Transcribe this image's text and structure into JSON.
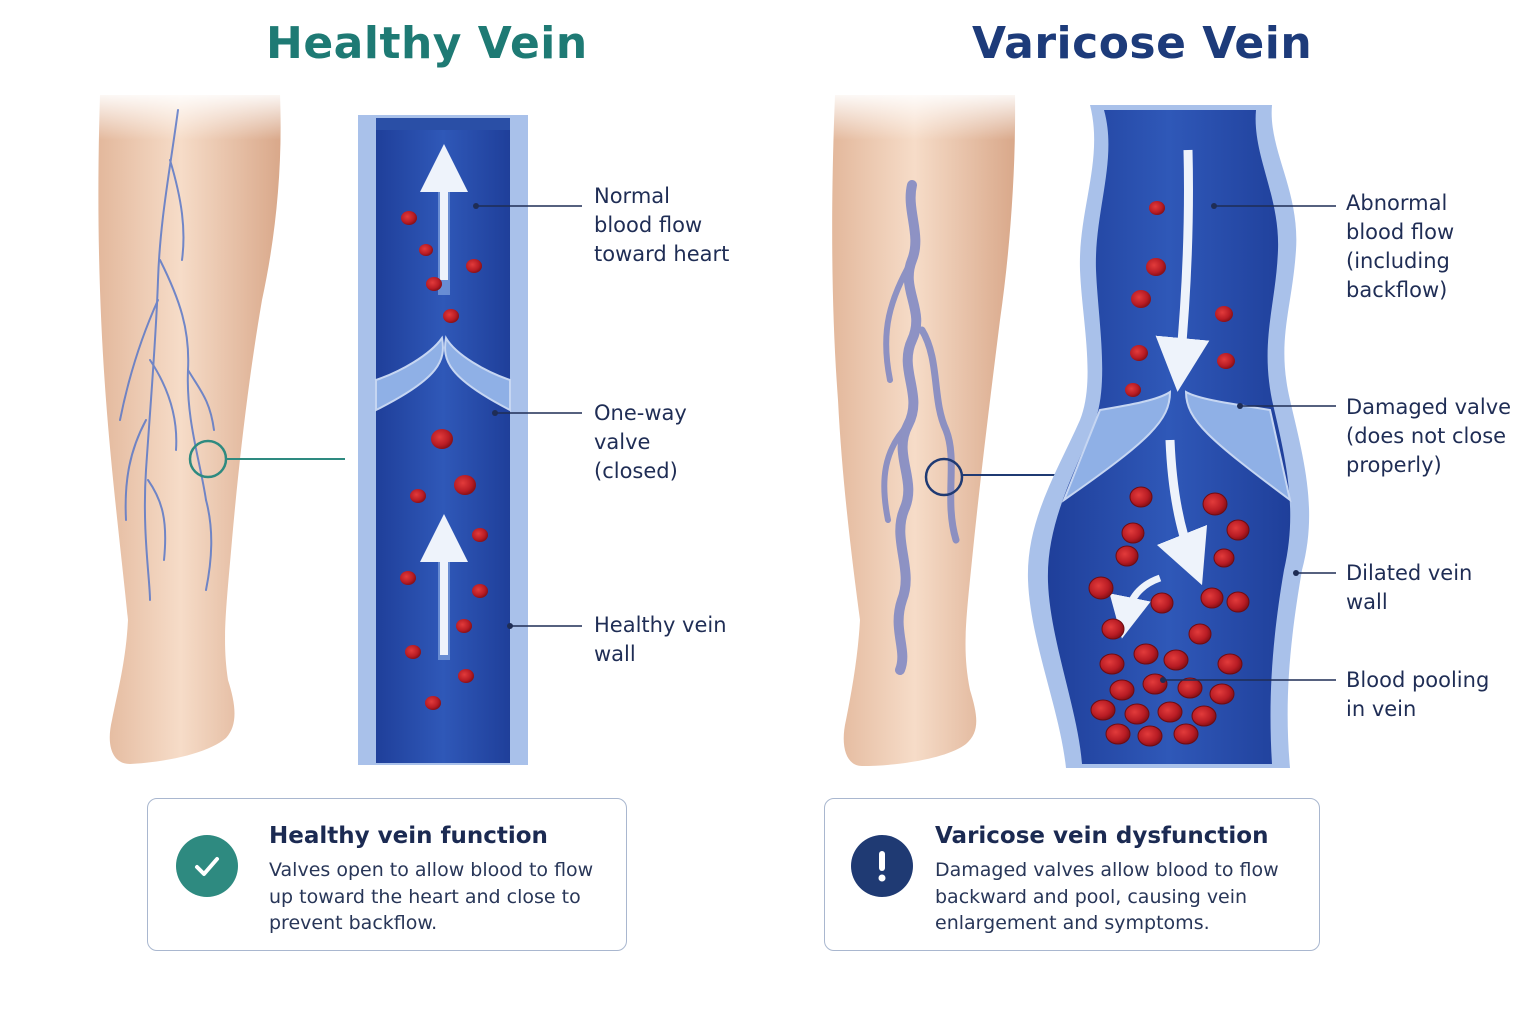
{
  "healthy": {
    "title": "Healthy Vein",
    "labels": {
      "flow": "Normal\nblood flow\ntoward heart",
      "valve": "One-way\nvalve\n(closed)",
      "wall": "Healthy vein\nwall"
    },
    "card": {
      "icon": "check-icon",
      "title": "Healthy vein function",
      "text": "Valves open to allow blood to flow up toward the heart and close to prevent backflow."
    },
    "accent": "#1e7a74"
  },
  "varicose": {
    "title": "Varicose Vein",
    "labels": {
      "flow": "Abnormal\nblood flow\n(including\nbackflow)",
      "valve": "Damaged valve\n(does not close\nproperly)",
      "wall": "Dilated vein\nwall",
      "pooling": "Blood pooling\nin vein"
    },
    "card": {
      "icon": "exclamation-icon",
      "title": "Varicose vein dysfunction",
      "text": "Damaged valves allow blood to flow backward and pool, causing vein enlargement and symptoms."
    },
    "accent": "#1d3b7a"
  }
}
